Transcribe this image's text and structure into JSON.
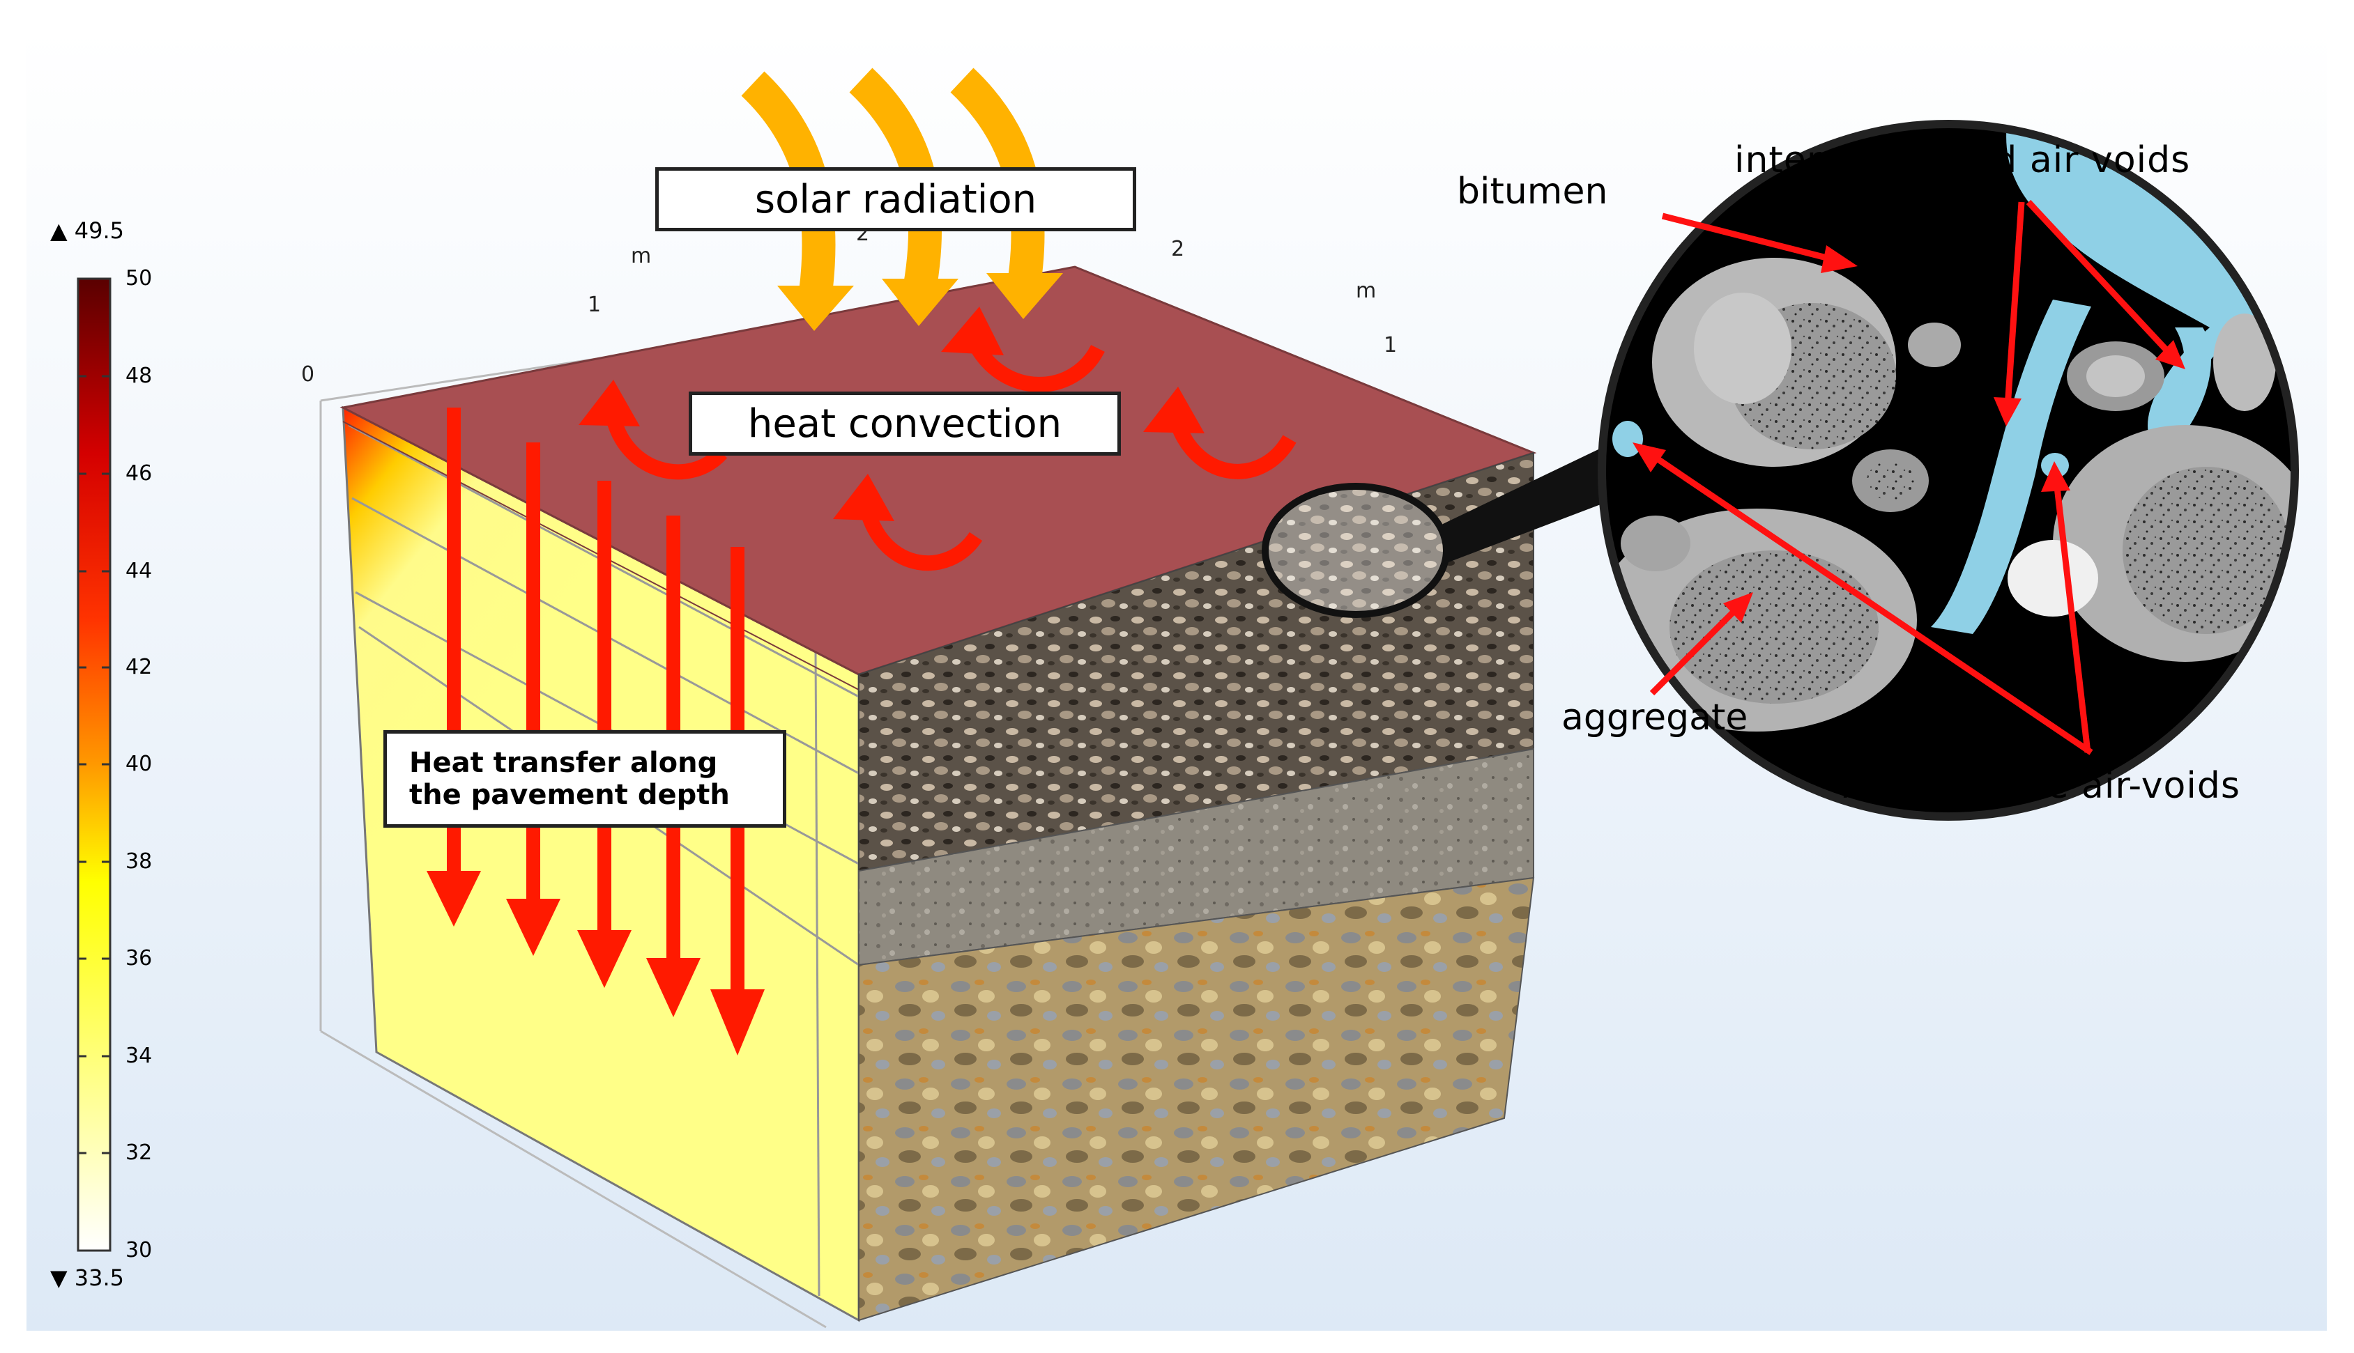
{
  "labels": {
    "solar_radiation": "solar radiation",
    "heat_convection": "heat convection",
    "heat_transfer_line1": "Heat transfer along",
    "heat_transfer_line2": "the pavement depth",
    "bitumen": "bitumen",
    "interconnected_air_voids": "interconnected air voids",
    "aggregate": "aggregate",
    "inaccessible_air_voids": "inaccessible air-voids"
  },
  "colorbar": {
    "max_marker": "▲ 49.5",
    "min_marker": "▼ 33.5",
    "ticks": [
      "50",
      "48",
      "46",
      "44",
      "42",
      "40",
      "38",
      "36",
      "34",
      "32",
      "30"
    ],
    "colors": [
      "#5a0000",
      "#d40000",
      "#ff3300",
      "#ff9900",
      "#ffff00",
      "#ffffff"
    ]
  },
  "axes": {
    "unit_left": "m",
    "unit_right": "m",
    "tick_0": "0",
    "tick_1_left": "1",
    "tick_2_left": "2",
    "tick_2_right": "2",
    "tick_1_right": "1"
  }
}
